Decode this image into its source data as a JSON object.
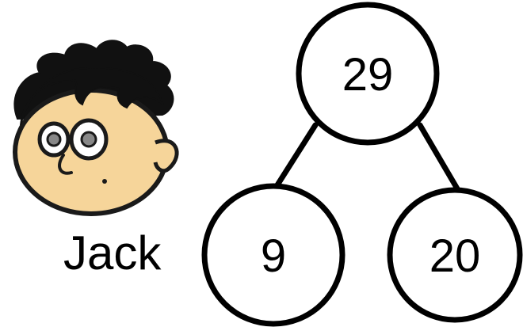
{
  "character": {
    "name": "Jack",
    "icon": "boy-face-icon",
    "colors": {
      "skin": "#f6d59a",
      "hair": "#111111",
      "outline": "#1a1a1a"
    }
  },
  "tree": {
    "root": {
      "value": "29"
    },
    "left": {
      "value": "9"
    },
    "right": {
      "value": "20"
    }
  },
  "colors": {
    "stroke": "#000000",
    "background": "#ffffff"
  }
}
